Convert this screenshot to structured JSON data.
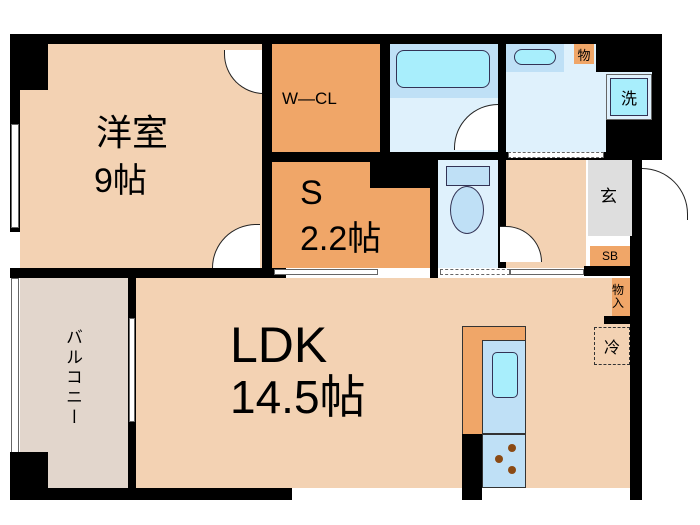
{
  "floorplan": {
    "rooms": {
      "western_room": {
        "name": "洋室",
        "size": "9帖"
      },
      "walk_in_closet": {
        "name": "W—CL"
      },
      "service_room": {
        "name": "S",
        "size": "2.2帖"
      },
      "ldk": {
        "name": "LDK",
        "size": "14.5帖"
      },
      "balcony": {
        "name": "バルコニー"
      },
      "entrance": {
        "name": "玄"
      },
      "shoe_box": {
        "name": "SB"
      },
      "storage_top": {
        "name": "物"
      },
      "storage_ldk": {
        "name": "物入"
      },
      "washer": {
        "name": "洗"
      },
      "fridge": {
        "name": "冷"
      }
    },
    "colors": {
      "wall": "#000000",
      "room_peach": "#f3d2b3",
      "room_orange": "#f0a668",
      "wet_area_blue": "#dff1fc",
      "fixture_blue": "#a8eefc",
      "entrance_gray": "#dedede",
      "balcony": "#e2d6cc"
    }
  }
}
